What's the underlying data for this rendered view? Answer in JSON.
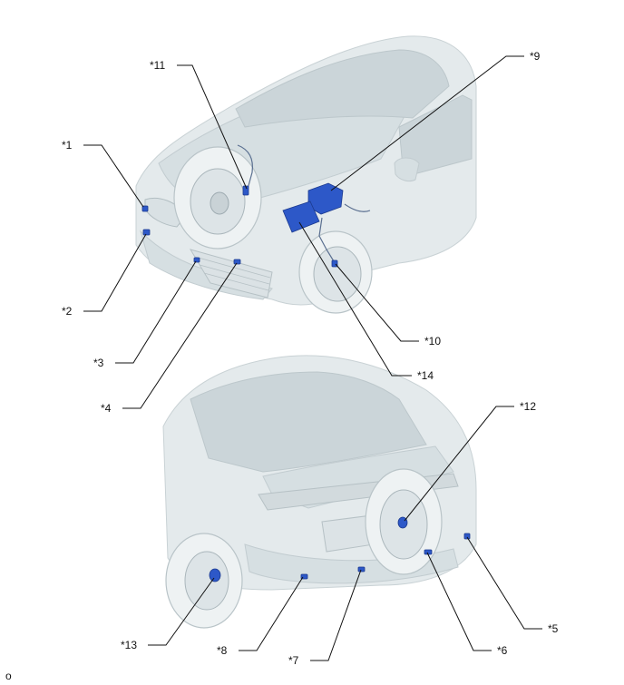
{
  "labels": {
    "c1": "*1",
    "c2": "*2",
    "c3": "*3",
    "c4": "*4",
    "c5": "*5",
    "c6": "*6",
    "c7": "*7",
    "c8": "*8",
    "c9": "*9",
    "c10": "*10",
    "c11": "*11",
    "c12": "*12",
    "c13": "*13",
    "c14": "*14"
  },
  "footer_code": "o"
}
